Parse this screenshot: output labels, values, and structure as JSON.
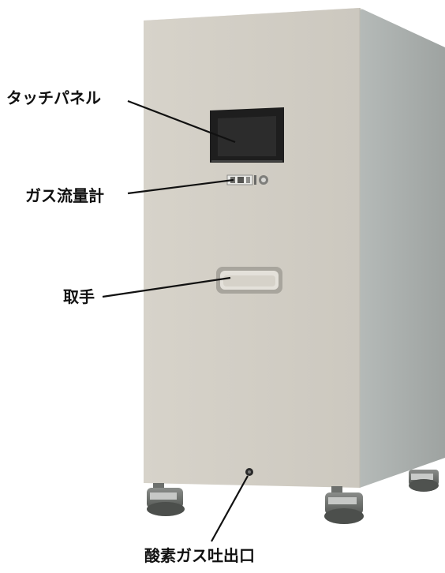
{
  "labels": {
    "touch_panel": "タッチパネル",
    "gas_flow_meter": "ガス流量計",
    "handle": "取手",
    "oxygen_outlet": "酸素ガス吐出口"
  },
  "colors": {
    "cabinet_front": "#d3cfc6",
    "cabinet_side": "#a9aeac",
    "cabinet_top": "#cfcbc2",
    "panel_screen": "#222222",
    "caster_wheel": "#6d706d",
    "leader_line": "#111111"
  }
}
